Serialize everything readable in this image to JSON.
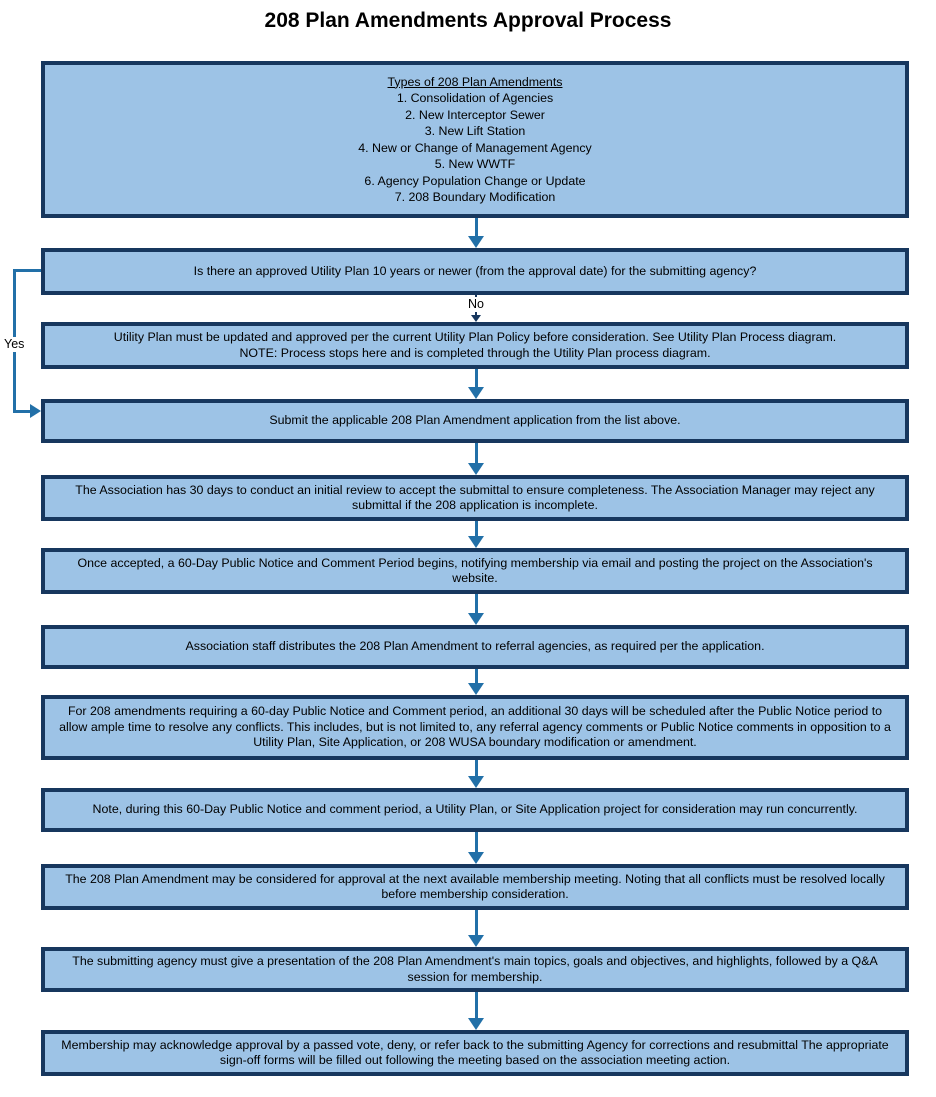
{
  "title": "208 Plan Amendments Approval Process",
  "colors": {
    "box_fill": "#9DC3E6",
    "box_border": "#17375E",
    "connector": "#2270A8",
    "no_connector": "#17375E",
    "text": "#000000"
  },
  "branch_labels": {
    "yes": "Yes",
    "no": "No"
  },
  "types_box": {
    "heading": "Types of 208 Plan Amendments",
    "items": [
      "1. Consolidation of Agencies",
      "2. New Interceptor Sewer",
      "3. New Lift Station",
      "4. New or Change of Management Agency",
      "5. New WWTF",
      "6. Agency Population Change or Update",
      "7. 208 Boundary Modification"
    ]
  },
  "nodes": [
    {
      "id": "utility-plan-question",
      "text": "Is there an approved Utility Plan 10 years or newer (from the approval date) for the submitting agency?"
    },
    {
      "id": "utility-plan-update",
      "lines": [
        "Utility Plan must be updated and approved per the current Utility Plan Policy before consideration. See Utility Plan Process diagram.",
        "NOTE: Process stops here and is completed through the Utility Plan process diagram."
      ]
    },
    {
      "id": "submit-application",
      "text": "Submit the applicable 208 Plan Amendment application from the list above."
    },
    {
      "id": "initial-review",
      "text": "The Association has 30 days to conduct an initial review to accept the submittal to ensure completeness. The Association Manager may reject any submittal if the 208 application is incomplete."
    },
    {
      "id": "public-notice-period",
      "text": "Once accepted, a 60-Day Public Notice and Comment Period begins, notifying membership via email and posting the project on the Association's website."
    },
    {
      "id": "referral-distribution",
      "text": "Association staff distributes the 208 Plan Amendment to referral agencies, as required per the application."
    },
    {
      "id": "conflict-resolution-period",
      "text": "For 208 amendments requiring a 60-day Public Notice and Comment period, an additional 30 days will be scheduled after the Public Notice period to allow ample time to resolve any conflicts. This includes, but is not limited to, any referral agency comments or Public Notice comments in opposition to a Utility Plan, Site Application, or 208 WUSA boundary modification or amendment."
    },
    {
      "id": "concurrent-note",
      "text": "Note, during this 60-Day Public Notice and comment period, a Utility Plan, or Site Application project for consideration may run concurrently."
    },
    {
      "id": "membership-meeting",
      "text": "The 208 Plan Amendment may be considered for approval at the next available membership meeting. Noting that all conflicts must be resolved locally before membership consideration."
    },
    {
      "id": "presentation",
      "text": "The submitting agency must give a presentation of the 208 Plan Amendment's main topics, goals and objectives, and highlights, followed by a Q&A session for membership."
    },
    {
      "id": "membership-action",
      "text": "Membership may acknowledge approval by a passed vote, deny, or refer back to the submitting Agency for corrections and resubmittal The appropriate sign-off forms will be filled out following the meeting based on the association meeting action."
    }
  ]
}
